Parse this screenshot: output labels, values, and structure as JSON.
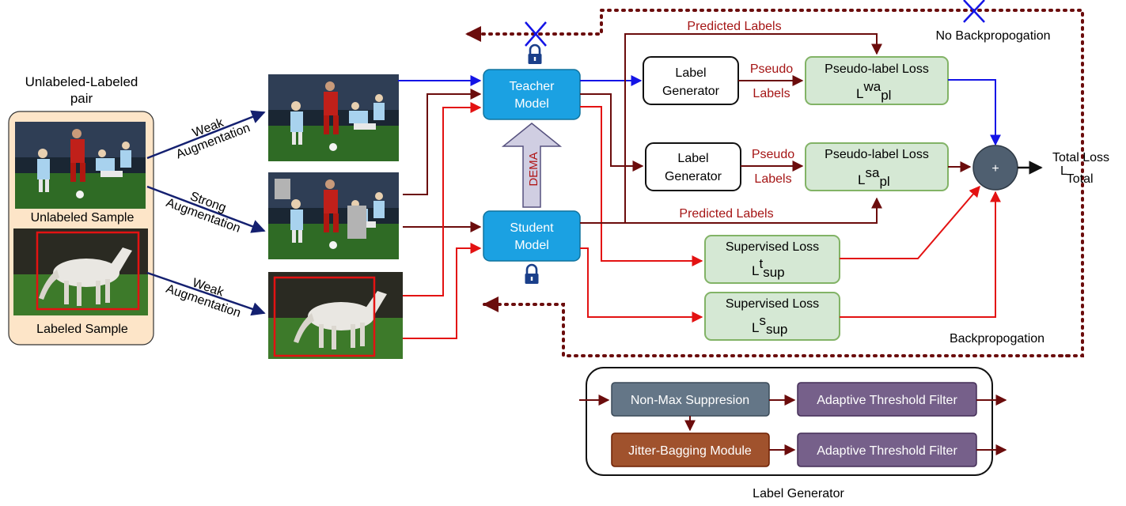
{
  "input_group": {
    "title_line1": "Unlabeled-Labeled",
    "title_line2": "pair",
    "unlabeled_caption": "Unlabeled Sample",
    "labeled_caption": "Labeled Sample"
  },
  "augmentations": {
    "weak_1": [
      "Weak",
      "Augmentation"
    ],
    "strong": [
      "Strong",
      "Augmentation"
    ],
    "weak_2": [
      "Weak",
      "Augmentation"
    ]
  },
  "models": {
    "teacher": [
      "Teacher",
      "Model"
    ],
    "student": [
      "Student",
      "Model"
    ],
    "dema": "DEMA"
  },
  "label_generators": {
    "top": [
      "Label",
      "Generator"
    ],
    "bottom": [
      "Label",
      "Generator"
    ]
  },
  "edge_labels": {
    "pseudo": "Pseudo",
    "labels": "Labels",
    "predicted_labels": "Predicted Labels",
    "no_backprop": "No Backpropogation",
    "backprop": "Backpropogation"
  },
  "losses": {
    "pseudo_label_loss": "Pseudo-label Loss",
    "supervised_loss": "Supervised Loss",
    "L": "L",
    "wa": "wa",
    "sa": "sa",
    "pl": "pl",
    "t": "t",
    "s": "s",
    "sup": "sup",
    "plus": "+",
    "total_loss": "Total Loss",
    "total_sub": "Total"
  },
  "label_generator_detail": {
    "nms": "Non-Max Suppresion",
    "jitter": "Jitter-Bagging Module",
    "atf_1": "Adaptive Threshold Filter",
    "atf_2": "Adaptive Threshold Filter",
    "caption": "Label Generator"
  },
  "colors": {
    "dark_red": "#6b0c0c",
    "red": "#e31212",
    "blue": "#1414e6",
    "navy": "#142070",
    "model_fill": "#1ba1e2",
    "loss_fill": "#d5e8d4",
    "loss_stroke": "#82b366",
    "sum_fill": "#4f5f70",
    "nms_fill": "#647687",
    "jitter_fill": "#a0522d",
    "atf_fill": "#76608a",
    "input_fill": "#fde5c8",
    "dema_fill": "#d0cee2",
    "lock": "#1a3f8a"
  }
}
